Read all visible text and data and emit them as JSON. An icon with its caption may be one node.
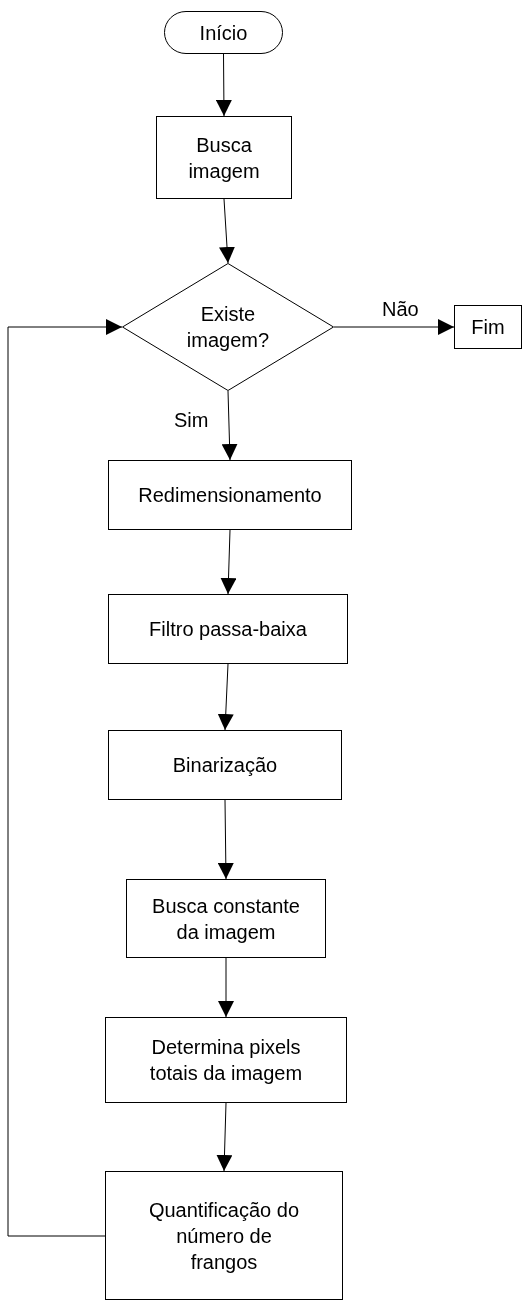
{
  "diagram": {
    "nodes": [
      {
        "text": [
          "Início"
        ]
      },
      {
        "text": [
          "Busca imagem"
        ]
      },
      {
        "text": [
          "Existe imagem?"
        ]
      },
      {
        "text": [
          "Fim"
        ]
      },
      {
        "text": [
          "Redimensionamento"
        ]
      },
      {
        "text": [
          "Filtro passa-baixa"
        ]
      },
      {
        "text": [
          "Binarização"
        ]
      },
      {
        "text": [
          "Busca constante da imagem"
        ]
      },
      {
        "text": [
          "Determina pixels totais da imagem"
        ]
      },
      {
        "text": [
          "Quantificação do número de frangos"
        ]
      }
    ],
    "edges": [
      {
        "from": 0,
        "to": 1,
        "arrow": "to"
      },
      {
        "from": 1,
        "to": 2,
        "arrow": "to"
      },
      {
        "from": 2,
        "to": 3,
        "arrow": "to",
        "label": "Não"
      },
      {
        "from": 2,
        "to": 4,
        "arrow": "to",
        "label": "Sim"
      },
      {
        "from": 4,
        "to": 5,
        "arrow": "to"
      },
      {
        "from": 5,
        "to": 6,
        "arrow": "to"
      },
      {
        "from": 6,
        "to": 7,
        "arrow": "to"
      },
      {
        "from": 7,
        "to": 8,
        "arrow": "to"
      },
      {
        "from": 8,
        "to": 9,
        "arrow": "to"
      },
      {
        "from": 9,
        "to": 2,
        "arrow": "to"
      }
    ]
  }
}
